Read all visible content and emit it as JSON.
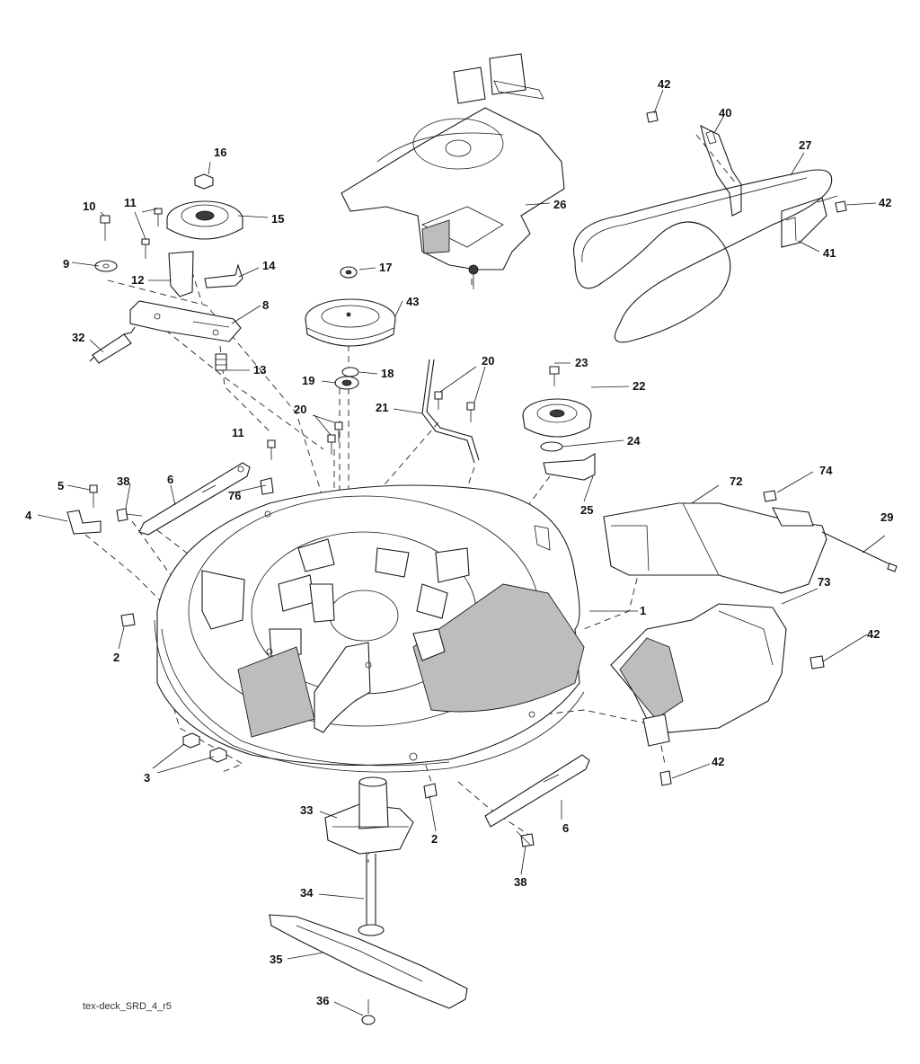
{
  "drawing_code": "tex-deck_SRD_4_r5",
  "callouts": [
    "1",
    "2",
    "2",
    "3",
    "4",
    "5",
    "6",
    "6",
    "8",
    "9",
    "10",
    "11",
    "11",
    "12",
    "13",
    "14",
    "15",
    "16",
    "17",
    "18",
    "19",
    "20",
    "20",
    "21",
    "22",
    "23",
    "24",
    "25",
    "26",
    "27",
    "29",
    "32",
    "33",
    "34",
    "35",
    "36",
    "38",
    "38",
    "40",
    "41",
    "42",
    "42",
    "42",
    "42",
    "43",
    "72",
    "73",
    "74",
    "76"
  ]
}
